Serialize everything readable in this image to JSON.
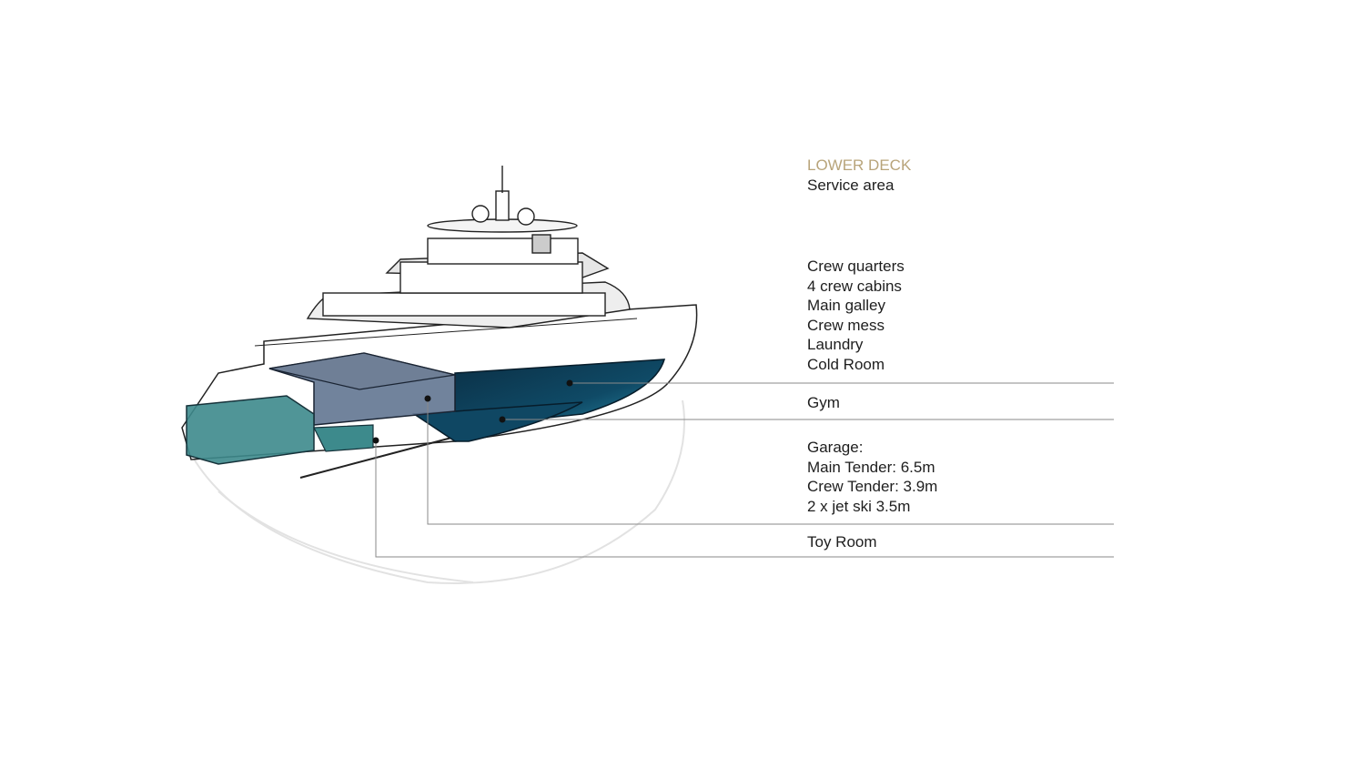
{
  "header": {
    "title": "LOWER DECK",
    "subtitle": "Service area"
  },
  "sections": [
    {
      "name": "crew-quarters",
      "lines": [
        "Crew quarters",
        "4 crew cabins",
        "Main galley",
        "Crew mess",
        "Laundry",
        "Cold Room"
      ]
    },
    {
      "name": "gym",
      "lines": [
        "Gym"
      ]
    },
    {
      "name": "garage",
      "lines": [
        "Garage:",
        "Main Tender: 6.5m",
        "Crew Tender: 3.9m",
        "2 x jet ski 3.5m"
      ]
    },
    {
      "name": "toy-room",
      "lines": [
        "Toy Room"
      ]
    }
  ],
  "colors": {
    "title": "#b8a47a",
    "crew_zone": "#0f3f57",
    "garage_zone": "#5d6e88",
    "toy_zone": "#2f7d80",
    "leader": "#8a8a8a"
  }
}
